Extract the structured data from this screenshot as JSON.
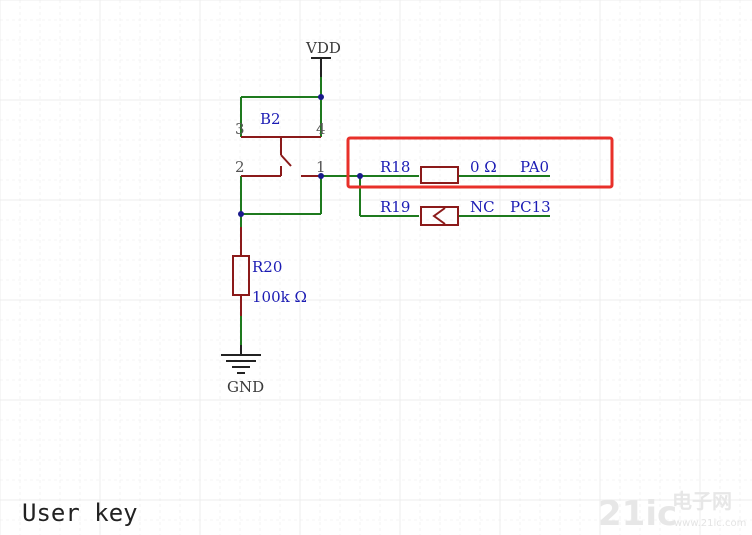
{
  "title": "User key",
  "labels": {
    "vdd": "VDD",
    "gnd": "GND",
    "switch": "B2",
    "pin3": "3",
    "pin4": "4",
    "pin2": "2",
    "pin1": "1",
    "r18": "R18",
    "r18_value": "0 Ω",
    "r18_net": "PA0",
    "r19": "R19",
    "r19_value": "NC",
    "r19_net": "PC13",
    "r20": "R20",
    "r20_value": "100k Ω"
  },
  "watermark": {
    "logo": "21ic",
    "brand": "电子网",
    "url": "www.21ic.com"
  },
  "colors": {
    "wire": "#1e7a1e",
    "component": "#8b1a1a",
    "junction": "#1a1a8b",
    "label_blue": "#1c1cb4",
    "highlight": "#e8302a",
    "grid": "#ececec"
  }
}
